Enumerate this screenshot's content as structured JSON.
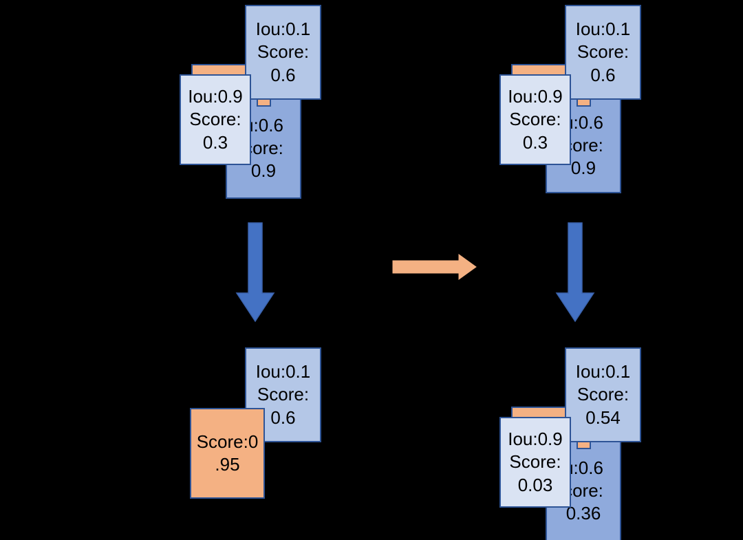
{
  "diagram": {
    "title": "Soft-NMS vs NMS comparison diagram",
    "colors": {
      "background": "#000000",
      "box_fill_light": "#b4c7e7",
      "box_fill_lighter": "#dae3f3",
      "box_fill_medium": "#8faadc",
      "box_fill_orange": "#f4b183",
      "box_border": "#2e5496",
      "arrow_blue": "#4472c4",
      "arrow_orange": "#f4b183",
      "text": "#000000"
    },
    "groups": [
      {
        "id": "top-left",
        "name": "input-detections-left",
        "boxes": [
          {
            "name": "detection-box-iou01",
            "text": "Iou:0.1\nScore:\n0.6"
          },
          {
            "name": "detection-bar-orange-top",
            "text": ""
          },
          {
            "name": "detection-box-iou09",
            "text": "Iou:0.9\nScore:\n0.3"
          },
          {
            "name": "detection-bar-orange-mid",
            "text": ""
          },
          {
            "name": "detection-box-iou06",
            "text": "u:0.6\ncore:\n0.9"
          }
        ]
      },
      {
        "id": "top-right",
        "name": "input-detections-right",
        "boxes": [
          {
            "name": "detection-box-iou01",
            "text": "Iou:0.1\nScore:\n0.6"
          },
          {
            "name": "detection-bar-orange-top",
            "text": ""
          },
          {
            "name": "detection-box-iou09",
            "text": "Iou:0.9\nScore:\n0.3"
          },
          {
            "name": "detection-bar-orange-mid",
            "text": ""
          },
          {
            "name": "detection-box-iou06",
            "text": "u:0.6\ncore:\n0.9"
          }
        ]
      },
      {
        "id": "bottom-left",
        "name": "nms-result",
        "boxes": [
          {
            "name": "result-box-iou01",
            "text": "Iou:0.1\nScore:\n0.6"
          },
          {
            "name": "result-box-score095",
            "text": "Score:0\n.95"
          }
        ]
      },
      {
        "id": "bottom-right",
        "name": "soft-nms-result",
        "boxes": [
          {
            "name": "result-box-iou01",
            "text": "Iou:0.1\nScore:\n0.54"
          },
          {
            "name": "result-bar-orange-top",
            "text": ""
          },
          {
            "name": "result-box-iou09",
            "text": "Iou:0.9\nScore:\n0.03"
          },
          {
            "name": "result-bar-orange-mid",
            "text": ""
          },
          {
            "name": "result-box-iou06",
            "text": "u:0.6\ncore:\n0.36"
          }
        ]
      }
    ],
    "arrows": [
      {
        "name": "arrow-down-left",
        "direction": "down",
        "color": "#4472c4"
      },
      {
        "name": "arrow-down-right",
        "direction": "down",
        "color": "#4472c4"
      },
      {
        "name": "arrow-right-middle",
        "direction": "right",
        "color": "#f4b183"
      }
    ]
  }
}
